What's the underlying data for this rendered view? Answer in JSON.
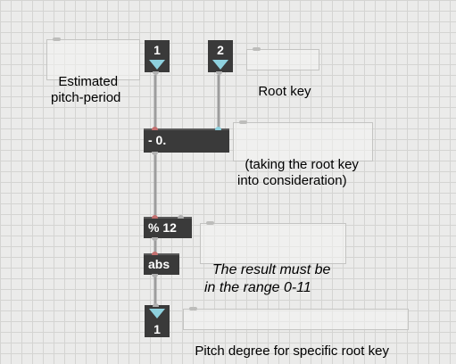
{
  "inlets": [
    {
      "number": "1"
    },
    {
      "number": "2"
    }
  ],
  "outlet": {
    "number": "1"
  },
  "objects": {
    "subtract": "- 0.",
    "modulo": "% 12",
    "abs": "abs"
  },
  "comments": {
    "estimated": "Estimated\npitch-period",
    "root_key": "Root key",
    "taking_root": "(taking the root key\ninto consideration)",
    "result_range": "The result must be\nin the range 0-11",
    "pitch_degree": "Pitch degree for specific root key"
  },
  "colors": {
    "background": "#ebebea",
    "object_fill": "#3a3a3a",
    "port_arrow": "#8ed1de",
    "cord": "#a9a9a9"
  }
}
